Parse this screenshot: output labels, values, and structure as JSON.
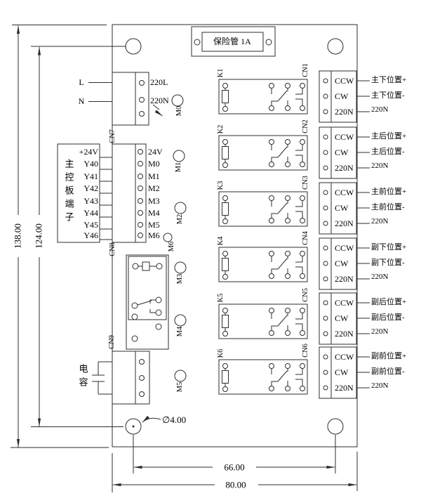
{
  "board": {
    "fuse_label": "保险管 1A",
    "mains": {
      "l": "L",
      "n": "N",
      "pin1": "220L",
      "pin2": "220N",
      "connector": "CN7"
    },
    "control_box": {
      "chars": [
        "主",
        "控",
        "板",
        "端",
        "子"
      ],
      "rows": [
        "+24V",
        "Y40",
        "Y41",
        "Y42",
        "Y43",
        "Y44",
        "Y45",
        "Y46"
      ]
    },
    "io_connector": {
      "connector": "CN8",
      "pins": [
        "24V",
        "M0",
        "M1",
        "M2",
        "M3",
        "M4",
        "M5",
        "M6"
      ]
    },
    "leds": {
      "m0": "M0",
      "m1": "M1",
      "m2": "M2",
      "m3": "M3",
      "m4": "M4",
      "m5": "M5",
      "m6": "M6"
    },
    "aux": {
      "connector": "CN9",
      "capacitor_chars": [
        "电",
        "容"
      ]
    },
    "relays": [
      {
        "k": "K1",
        "cn": "CN1"
      },
      {
        "k": "K2",
        "cn": "CN2"
      },
      {
        "k": "K3",
        "cn": "CN3"
      },
      {
        "k": "K4",
        "cn": "CN4"
      },
      {
        "k": "K5",
        "cn": "CN5"
      },
      {
        "k": "K6",
        "cn": "CN6"
      }
    ],
    "outputs": [
      {
        "rows": [
          "CCW",
          "CW",
          "220N"
        ],
        "wires": [
          "主下位置+",
          "主下位置-",
          "220N"
        ]
      },
      {
        "rows": [
          "CCW",
          "CW",
          "220N"
        ],
        "wires": [
          "主后位置+",
          "主后位置-",
          "220N"
        ]
      },
      {
        "rows": [
          "CCW",
          "CW",
          "220N"
        ],
        "wires": [
          "主前位置+",
          "主前位置-",
          "220N"
        ]
      },
      {
        "rows": [
          "CCW",
          "CW",
          "220N"
        ],
        "wires": [
          "副下位置+",
          "副下位置-",
          "220N"
        ]
      },
      {
        "rows": [
          "CCW",
          "CW",
          "220N"
        ],
        "wires": [
          "副后位置+",
          "副后位置-",
          "220N"
        ]
      },
      {
        "rows": [
          "CCW",
          "CW",
          "220N"
        ],
        "wires": [
          "副前位置+",
          "副前位置-",
          "220N"
        ]
      }
    ],
    "dimensions": {
      "overall_height": "138.00",
      "hole_pitch_v": "124.00",
      "hole_pitch_h": "66.00",
      "overall_width": "80.00",
      "hole_diameter": "∅4.00"
    }
  }
}
